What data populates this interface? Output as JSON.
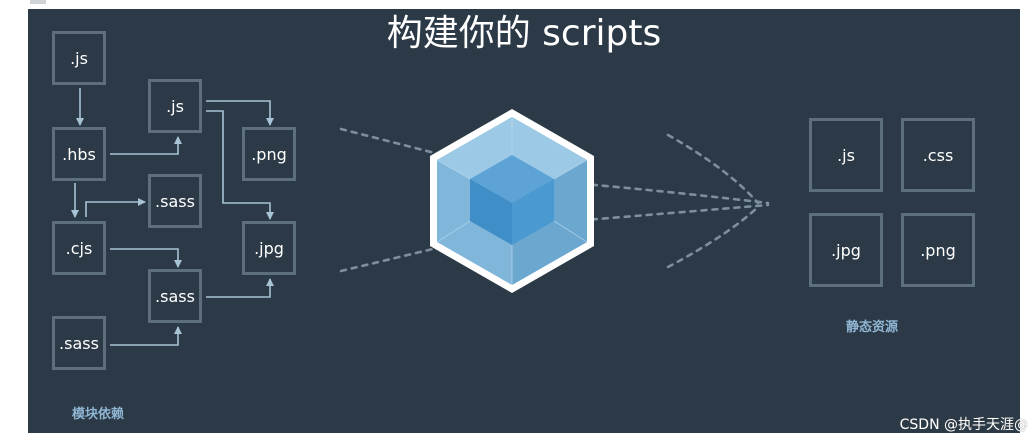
{
  "title": "构建你的 scripts",
  "modules": {
    "caption": "模块依赖",
    "box_js_1": ".js",
    "box_js_2": ".js",
    "box_hbs": ".hbs",
    "box_png": ".png",
    "box_sass_1": ".sass",
    "box_cjs": ".cjs",
    "box_jpg": ".jpg",
    "box_sass_2": ".sass",
    "box_sass_3": ".sass"
  },
  "assets": {
    "caption": "静态资源",
    "box_js": ".js",
    "box_css": ".css",
    "box_jpg": ".jpg",
    "box_png": ".png"
  },
  "bundler_icon": "webpack-cube-icon",
  "colors": {
    "background": "#2c3a47",
    "box_border": "#5d6f7c",
    "arrow": "#a7c3d6",
    "cube_outer": "#8ec4e6",
    "cube_inner": "#3f8ec8",
    "caption": "#8fb5d2"
  },
  "watermark": "CSDN @执手天涯@"
}
